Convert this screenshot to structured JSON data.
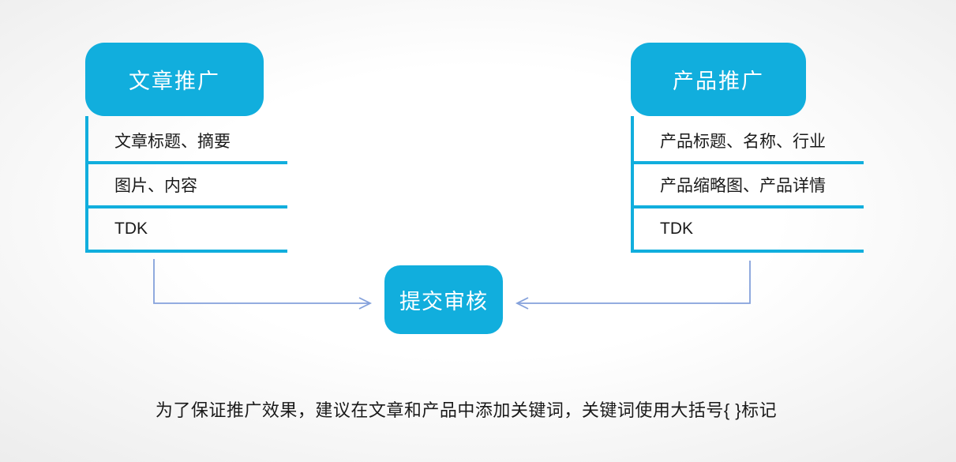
{
  "colors": {
    "accent": "#11AEDD",
    "connector": "#84A1DB",
    "text": "#1A1A1A"
  },
  "left_group": {
    "title": "文章推广",
    "items": [
      "文章标题、摘要",
      "图片、内容",
      "TDK"
    ]
  },
  "right_group": {
    "title": "产品推广",
    "items": [
      "产品标题、名称、行业",
      "产品缩略图、产品详情",
      "TDK"
    ]
  },
  "center_node": {
    "label": "提交审核"
  },
  "caption": "为了保证推广效果，建议在文章和产品中添加关键词，关键词使用大括号{ }标记"
}
